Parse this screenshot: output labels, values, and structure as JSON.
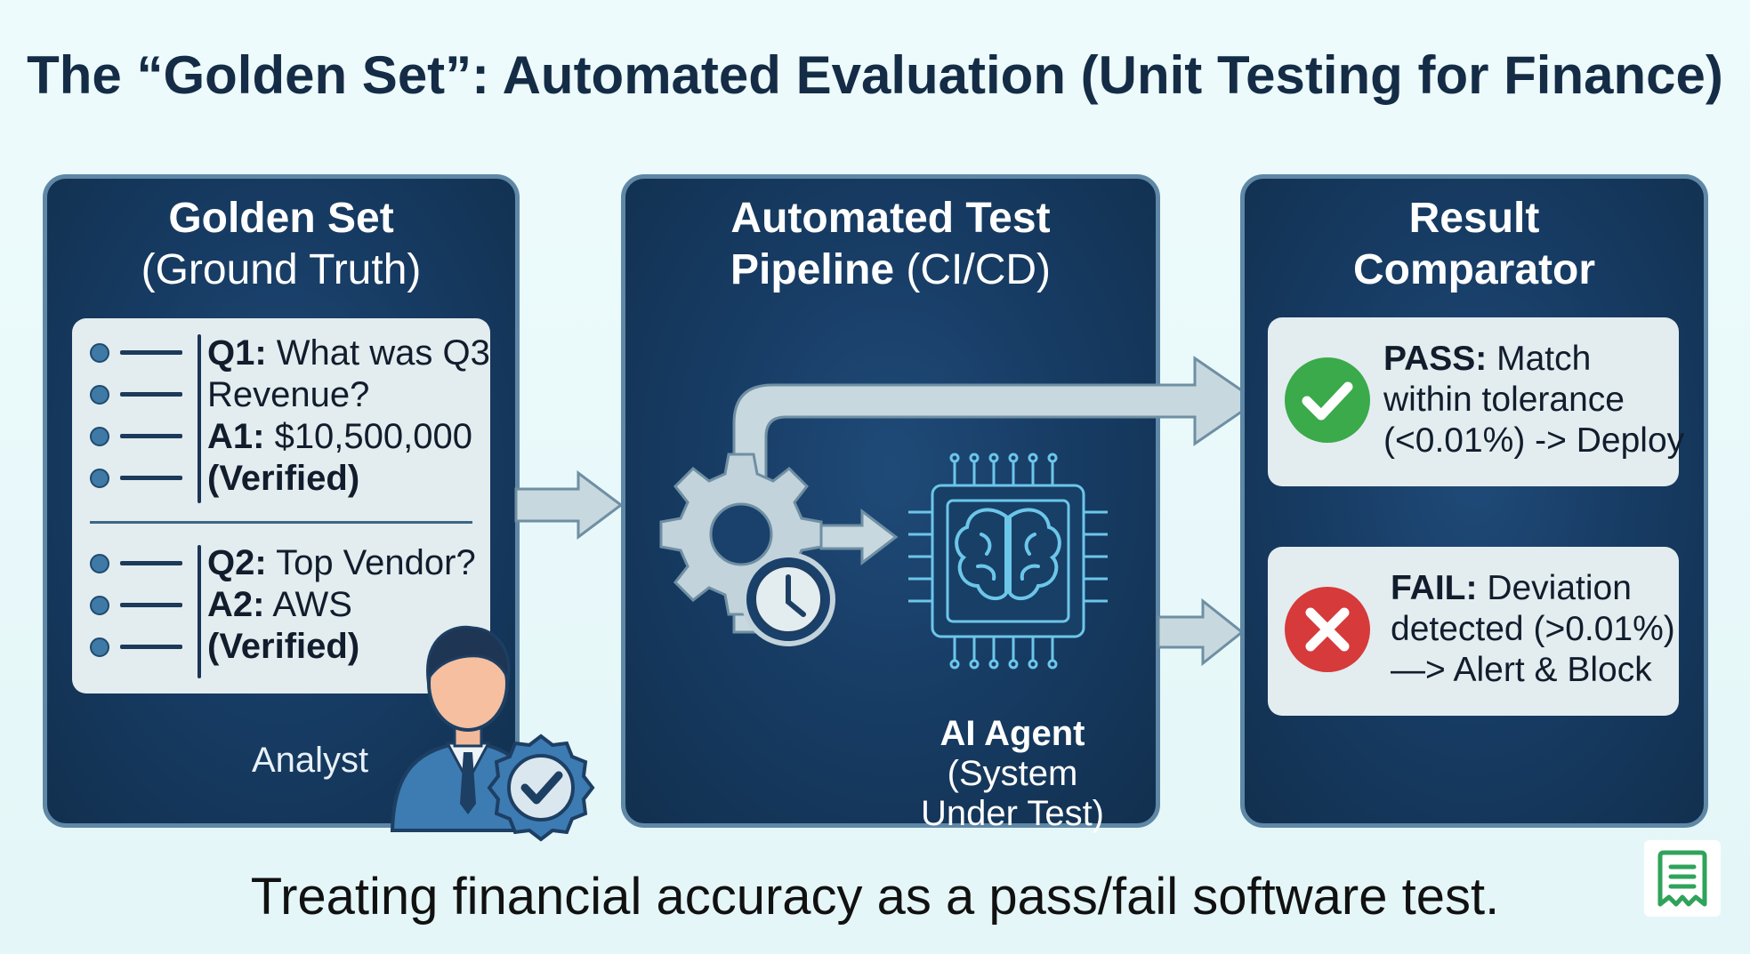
{
  "title": "The “Golden Set”: Automated Evaluation (Unit Testing for Finance)",
  "golden_set": {
    "heading_bold": "Golden Set",
    "heading_sub": "(Ground Truth)",
    "q1_label": "Q1:",
    "q1_text_line1": " What was Q3",
    "q1_text_line2": "Revenue?",
    "a1_label": "A1:",
    "a1_value": " $10,500,000",
    "a1_verified": "(Verified)",
    "q2_label": "Q2:",
    "q2_text": " Top Vendor?",
    "a2_label": "A2:",
    "a2_value": " AWS",
    "a2_verified": "(Verified)",
    "analyst_label": "Analyst"
  },
  "pipeline": {
    "heading_line1": "Automated Test",
    "heading_line2_bold": "Pipeline",
    "heading_line2_normal": " (CI/CD)",
    "agent_label_bold": "AI Agent",
    "agent_label_line2": "(System",
    "agent_label_line3": "Under Test)"
  },
  "result": {
    "heading_line1": "Result",
    "heading_line2": "Comparator",
    "pass_label": "PASS:",
    "pass_text_line1": " Match",
    "pass_text_line2": "within tolerance",
    "pass_text_line3": "(<0.01%) -> Deploy",
    "fail_label": "FAIL:",
    "fail_text_line1": " Deviation",
    "fail_text_line2": "detected (>0.01%)",
    "fail_text_line3": "—> Alert & Block"
  },
  "caption": "Treating financial accuracy as a pass/fail software test.",
  "colors": {
    "panel_bg": "#163a61",
    "panel_border": "#5f88a6",
    "pass_green": "#3aaa4a",
    "fail_red": "#d63a3a",
    "arrow_fill": "#c7d8df"
  },
  "icons": {
    "gear": "gear-icon",
    "clock": "clock-icon",
    "chip": "ai-chip-icon",
    "brain": "brain-icon",
    "check": "check-icon",
    "cross": "cross-icon",
    "analyst": "analyst-avatar-icon",
    "badge": "verified-badge-icon",
    "document": "document-icon"
  }
}
